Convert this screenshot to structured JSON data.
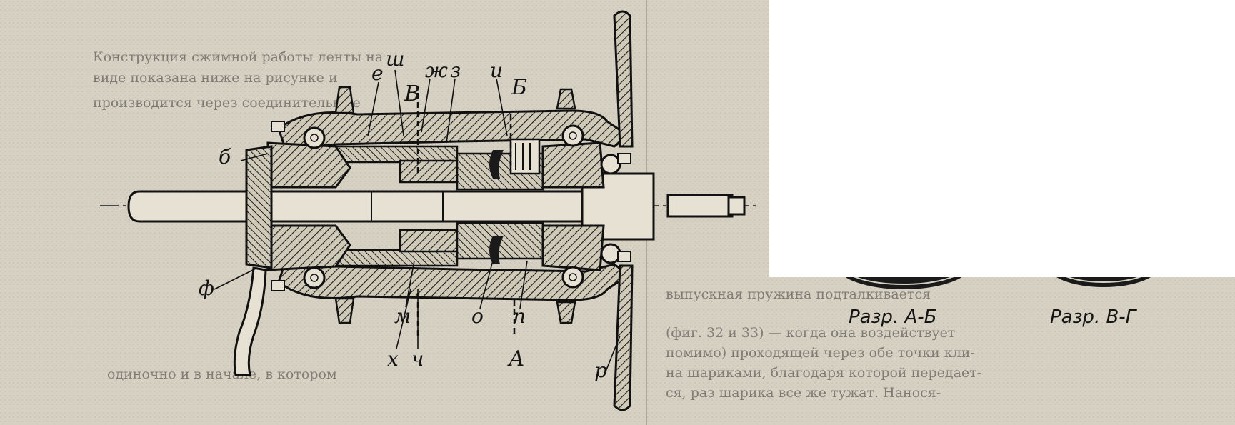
{
  "figure": {
    "part_labels": {
      "sh": "ш",
      "zh": "ж",
      "z": "з",
      "i": "и",
      "e": "е",
      "B_upper": "Б",
      "V_upper": "В",
      "b": "б",
      "f": "ф",
      "m": "м",
      "o": "о",
      "p": "п",
      "x": "х",
      "ch": "ч",
      "A_upper": "А",
      "r": "р"
    },
    "section_captions": {
      "ab": "Разр. А-Б",
      "vg": "Разр. В-Г"
    },
    "background_text_lines": [
      "Конструкция сжимной работы ленты на",
      "виде показана ниже на рисунке и",
      "производится через соединительные",
      "одиночно и в начале, в котором",
      "выпускная пружина подталкивается",
      "(фиг. 32 и 33) — когда она воздействует",
      "помимо) проходящей через обе точки кли-",
      "на шариками, благодаря которой передает-",
      "ся, раз шарика все же тужат. Нанося-"
    ],
    "colors": {
      "paper": "#d6d1c2",
      "ink": "#141414",
      "panel": "#ffffff"
    }
  }
}
